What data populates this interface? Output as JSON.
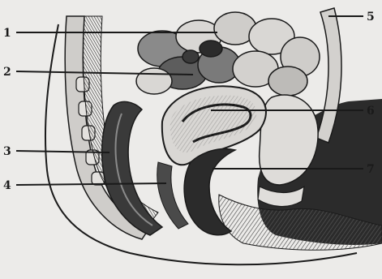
{
  "labels": {
    "l1": "1",
    "l2": "2",
    "l3": "3",
    "l4": "4",
    "l5": "5",
    "l6": "6",
    "l7": "7"
  },
  "colors": {
    "background": "#ecebe9",
    "ink": "#1a1a1a",
    "dark_tissue": "#2b2b2b",
    "mid_tissue": "#6f6f6f",
    "light_tissue": "#d7d5d2"
  }
}
